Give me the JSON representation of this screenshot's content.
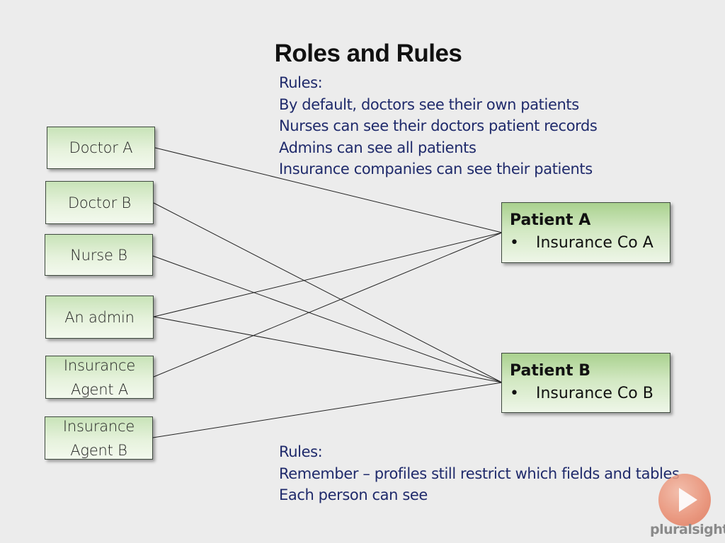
{
  "title": "Roles and Rules",
  "rules_top": [
    "Rules:",
    "By default, doctors see their own patients",
    "Nurses can see their doctors patient records",
    "Admins can see all patients",
    "Insurance companies can see their patients"
  ],
  "roles": [
    {
      "id": "doctor-a",
      "lines": [
        "Doctor A"
      ]
    },
    {
      "id": "doctor-b",
      "lines": [
        "Doctor B"
      ]
    },
    {
      "id": "nurse-b",
      "lines": [
        "Nurse B"
      ]
    },
    {
      "id": "an-admin",
      "lines": [
        "An admin"
      ]
    },
    {
      "id": "insurance-agent-a",
      "lines": [
        "Insurance",
        "Agent A"
      ]
    },
    {
      "id": "insurance-agent-b",
      "lines": [
        "Insurance",
        "Agent B"
      ]
    }
  ],
  "patients": [
    {
      "id": "patient-a",
      "title": "Patient A",
      "bullet": "•",
      "item": "Insurance Co A"
    },
    {
      "id": "patient-b",
      "title": "Patient B",
      "bullet": "•",
      "item": "Insurance Co B"
    }
  ],
  "links": [
    {
      "from": "doctor-a",
      "to": "patient-a"
    },
    {
      "from": "doctor-b",
      "to": "patient-b"
    },
    {
      "from": "nurse-b",
      "to": "patient-b"
    },
    {
      "from": "an-admin",
      "to": "patient-a"
    },
    {
      "from": "an-admin",
      "to": "patient-b"
    },
    {
      "from": "insurance-agent-a",
      "to": "patient-a"
    },
    {
      "from": "insurance-agent-b",
      "to": "patient-b"
    }
  ],
  "rules_bottom": [
    "Rules:",
    "Remember – profiles still restrict which fields and tables",
    "Each person can see"
  ],
  "logo": {
    "text": "pluralsight",
    "icon": "play-icon",
    "accent": "#e9896c"
  }
}
